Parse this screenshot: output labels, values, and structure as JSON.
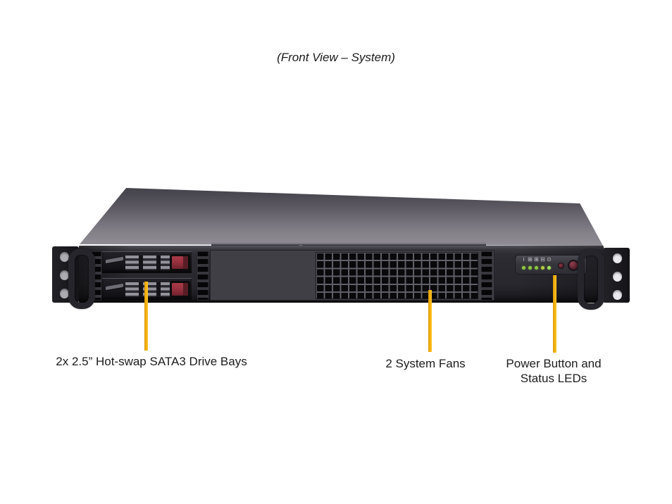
{
  "title": "(Front View – System)",
  "callouts": [
    {
      "id": "drive-bays",
      "label": "2x 2.5” Hot-swap SATA3 Drive Bays"
    },
    {
      "id": "system-fans",
      "label": "2 System Fans"
    },
    {
      "id": "power-status",
      "label_line1": "Power Button and",
      "label_line2": "Status LEDs"
    }
  ],
  "chassis": {
    "drive_bay_count": 2,
    "control_panel": {
      "led_icons": [
        "info-led-icon",
        "nic2-led-icon",
        "nic1-led-icon",
        "hdd-led-icon",
        "power-led-icon"
      ],
      "buttons": [
        "reset-button",
        "power-button"
      ]
    }
  },
  "colors": {
    "callout_line": "#F2AC0D",
    "led_green": "#8CC63E",
    "latch_red": "#9A3140",
    "label_text": "#1C1C1E"
  }
}
